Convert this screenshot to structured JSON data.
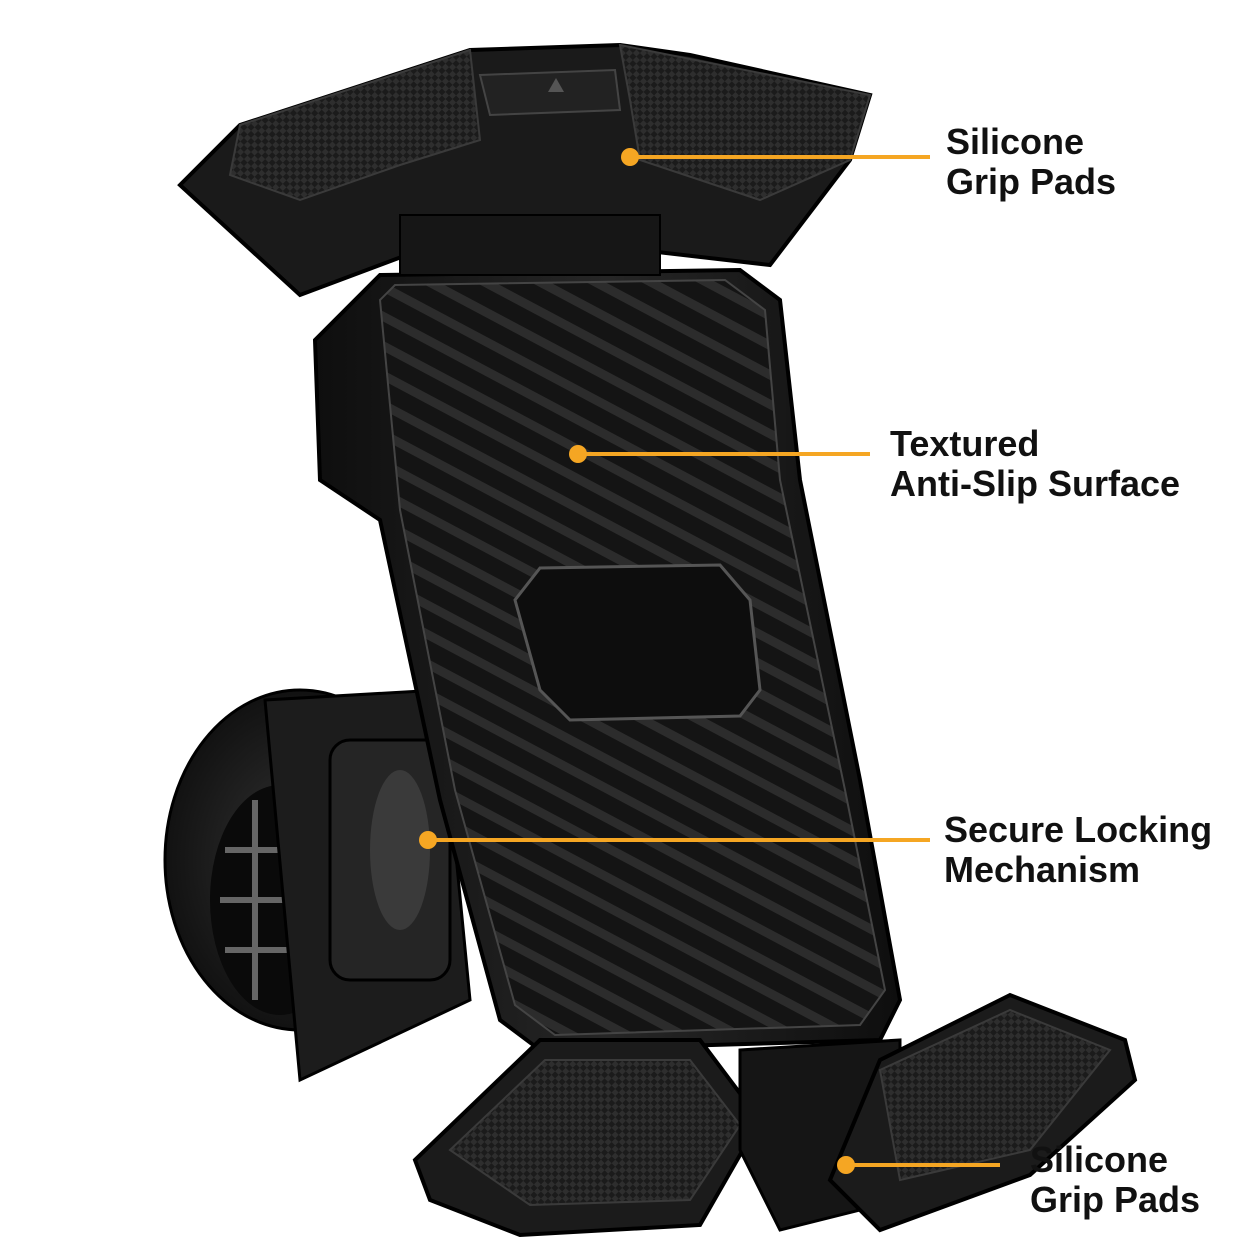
{
  "image": {
    "subject": "phone-mount",
    "accent_color": "#F5A623",
    "body_color": "#1a1a1a"
  },
  "callouts": [
    {
      "line1": "Silicone",
      "line2": "Grip Pads"
    },
    {
      "line1": "Textured",
      "line2": "Anti-Slip Surface"
    },
    {
      "line1": "Secure Locking",
      "line2": "Mechanism"
    },
    {
      "line1": "Silicone",
      "line2": "Grip Pads"
    }
  ]
}
